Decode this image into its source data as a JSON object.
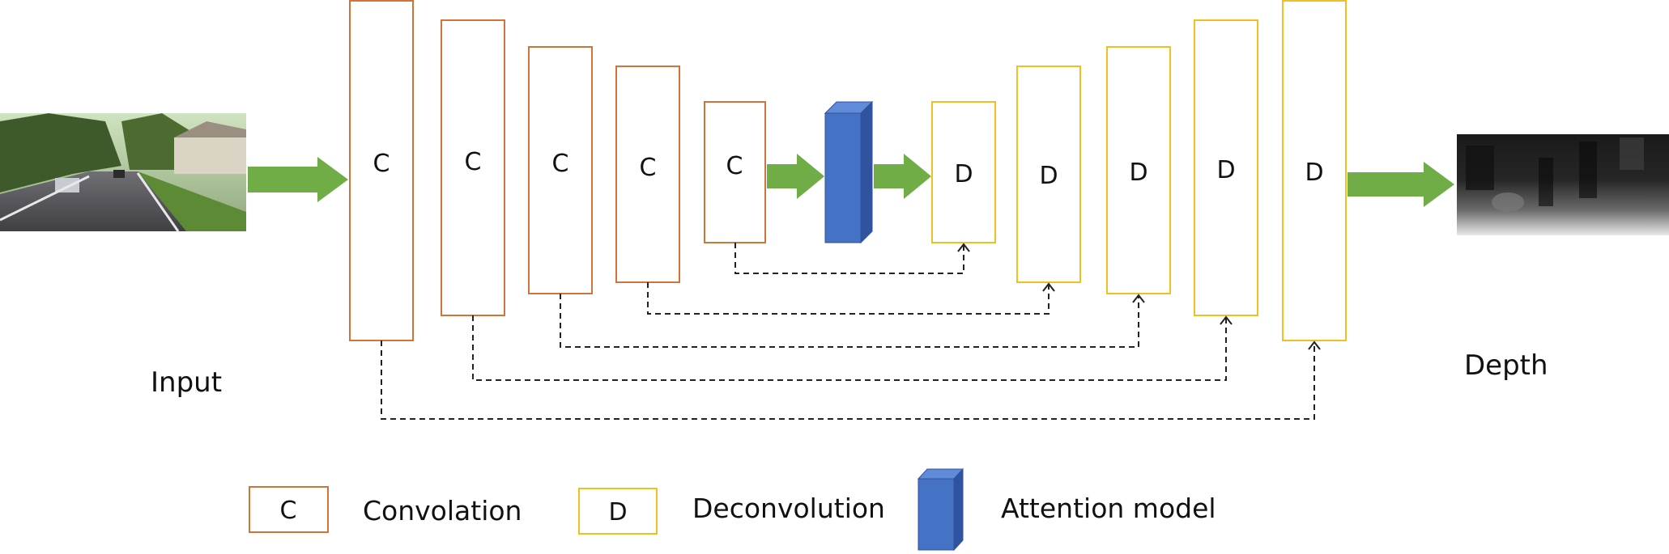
{
  "labels": {
    "input": "Input",
    "depth": "Depth"
  },
  "blocks": {
    "conv_letter": "C",
    "deconv_letter": "D"
  },
  "legend": {
    "conv_letter": "C",
    "conv_text": "Convolation",
    "deconv_letter": "D",
    "deconv_text": "Deconvolution",
    "attention_text": "Attention model"
  },
  "colors": {
    "conv_border": "#D2733A",
    "deconv_border": "#F2BE22",
    "attention_front": "#4472C4",
    "attention_top": "#5F8BD8",
    "attention_side": "#2F539E",
    "arrow": "#70AD47",
    "skip_line": "#222222"
  }
}
